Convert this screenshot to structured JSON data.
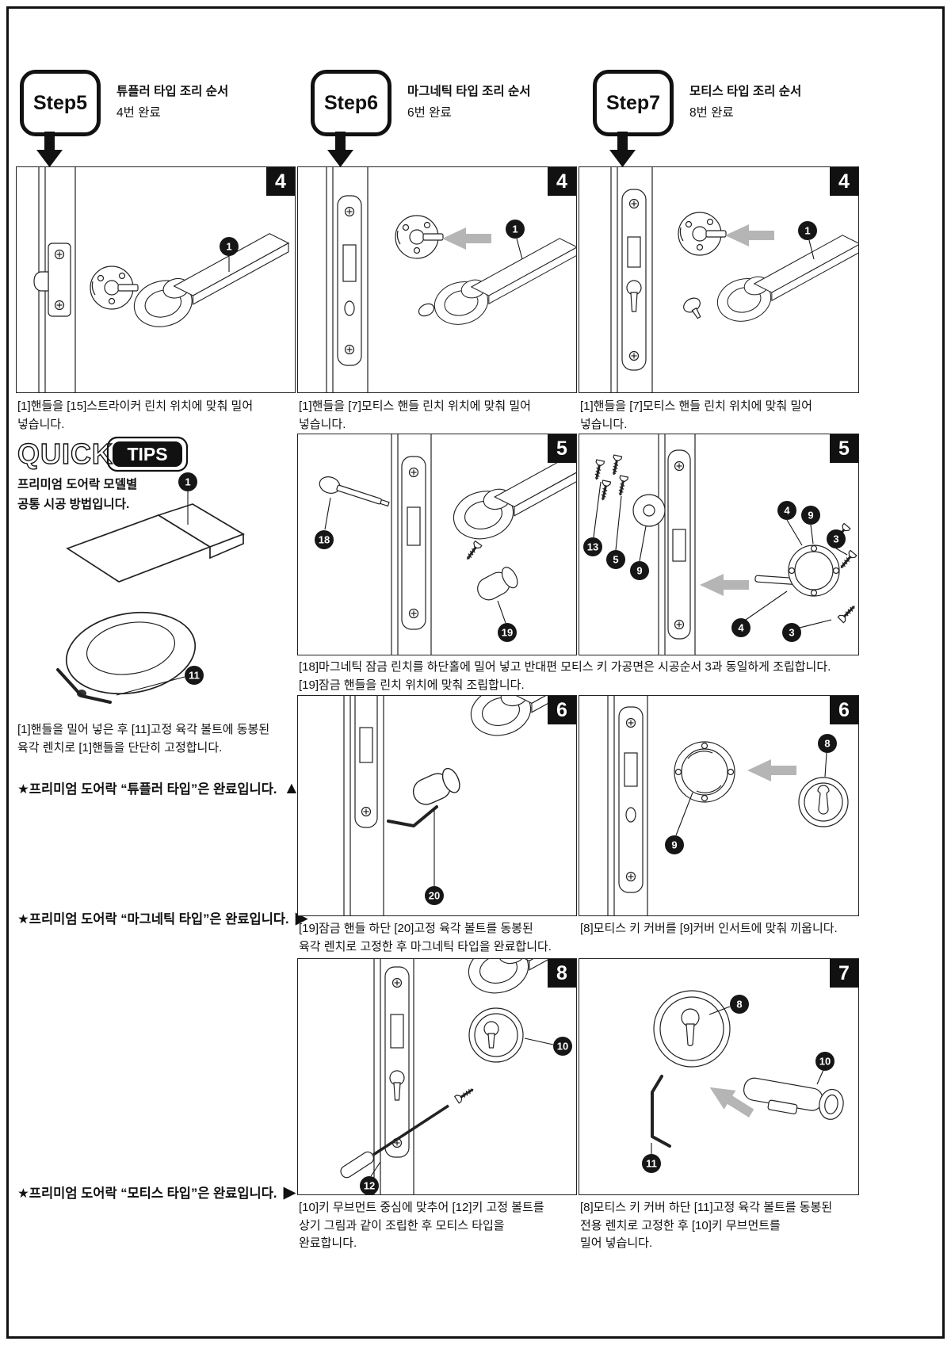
{
  "steps": [
    {
      "badge": "Step5",
      "title": "튜플러 타입 조리 순서",
      "subtitle": "4번 완료"
    },
    {
      "badge": "Step6",
      "title": "마그네틱 타입 조리 순서",
      "subtitle": "6번 완료"
    },
    {
      "badge": "Step7",
      "title": "모티스 타입 조리 순서",
      "subtitle": "8번 완료"
    }
  ],
  "quick_tips": {
    "logo_quick": "QUICK",
    "logo_tips": "TIPS",
    "intro": "프리미엄 도어락 모델별\n공통 시공 방법입니다.",
    "caption": "[1]핸들을 밀어 넣은 후 [11]고정 육각 볼트에 동봉된\n육각 렌치로 [1]핸들을 단단히 고정합니다.",
    "callouts": [
      "1",
      "11"
    ]
  },
  "completion_notes": [
    {
      "text": "★프리미엄 도어락 “튜플러 타입”은 완료입니다.",
      "icon": "▲"
    },
    {
      "text": "★프리미엄 도어락 “마그네틱 타입”은 완료입니다.",
      "icon": "▶"
    },
    {
      "text": "★프리미엄 도어락 “모티스 타입”은 완료입니다.",
      "icon": "▶"
    }
  ],
  "panels": {
    "p4_tubular": {
      "number": "4",
      "caption": "[1]핸들을 [15]스트라이커 린치 위치에 맞춰 밀어\n넣습니다.",
      "callouts": [
        "1"
      ]
    },
    "p4_magnetic": {
      "number": "4",
      "caption": "[1]핸들을 [7]모티스 핸들 린치 위치에 맞춰 밀어\n넣습니다.",
      "callouts": [
        "1"
      ]
    },
    "p4_mortise": {
      "number": "4",
      "caption": "[1]핸들을 [7]모티스 핸들 린치 위치에 맞춰 밀어\n넣습니다.",
      "callouts": [
        "1"
      ]
    },
    "p5_magnetic": {
      "number": "5",
      "callouts": [
        "18",
        "19"
      ]
    },
    "p5_mortise": {
      "number": "5",
      "callouts": [
        "13",
        "5",
        "9",
        "4",
        "9",
        "3",
        "4",
        "3"
      ]
    },
    "p5_caption": "[18]마그네틱 잠금 린치를 하단홀에 밀어 넣고 반대편 모티스 키 가공면은 시공순서 3과 동일하게 조립합니다.\n[19]잠금 핸들을 린치 위치에 맞춰 조립합니다.",
    "p6_magnetic": {
      "number": "6",
      "caption": "[19]잠금 핸들 하단 [20]고정 육각 볼트를 동봉된\n육각 렌치로 고정한 후 마그네틱 타입을 완료합니다.",
      "callouts": [
        "20"
      ]
    },
    "p6_mortise": {
      "number": "6",
      "caption": "[8]모티스 키 커버를 [9]커버 인서트에 맞춰 끼웁니다.",
      "callouts": [
        "9",
        "8"
      ]
    },
    "p8_mortise": {
      "number": "8",
      "caption": "[10]키 무브먼트 중심에 맞추어 [12]키 고정 볼트를\n상기 그림과 같이 조립한 후 모티스 타입을\n완료합니다.",
      "callouts": [
        "10",
        "12"
      ]
    },
    "p7_mortise": {
      "number": "7",
      "caption": "[8]모티스 키 커버 하단 [11]고정 육각 볼트를 동봉된\n전용 렌치로 고정한 후 [10]키 무브먼트를\n밀어 넣습니다.",
      "callouts": [
        "8",
        "10",
        "11"
      ]
    }
  }
}
